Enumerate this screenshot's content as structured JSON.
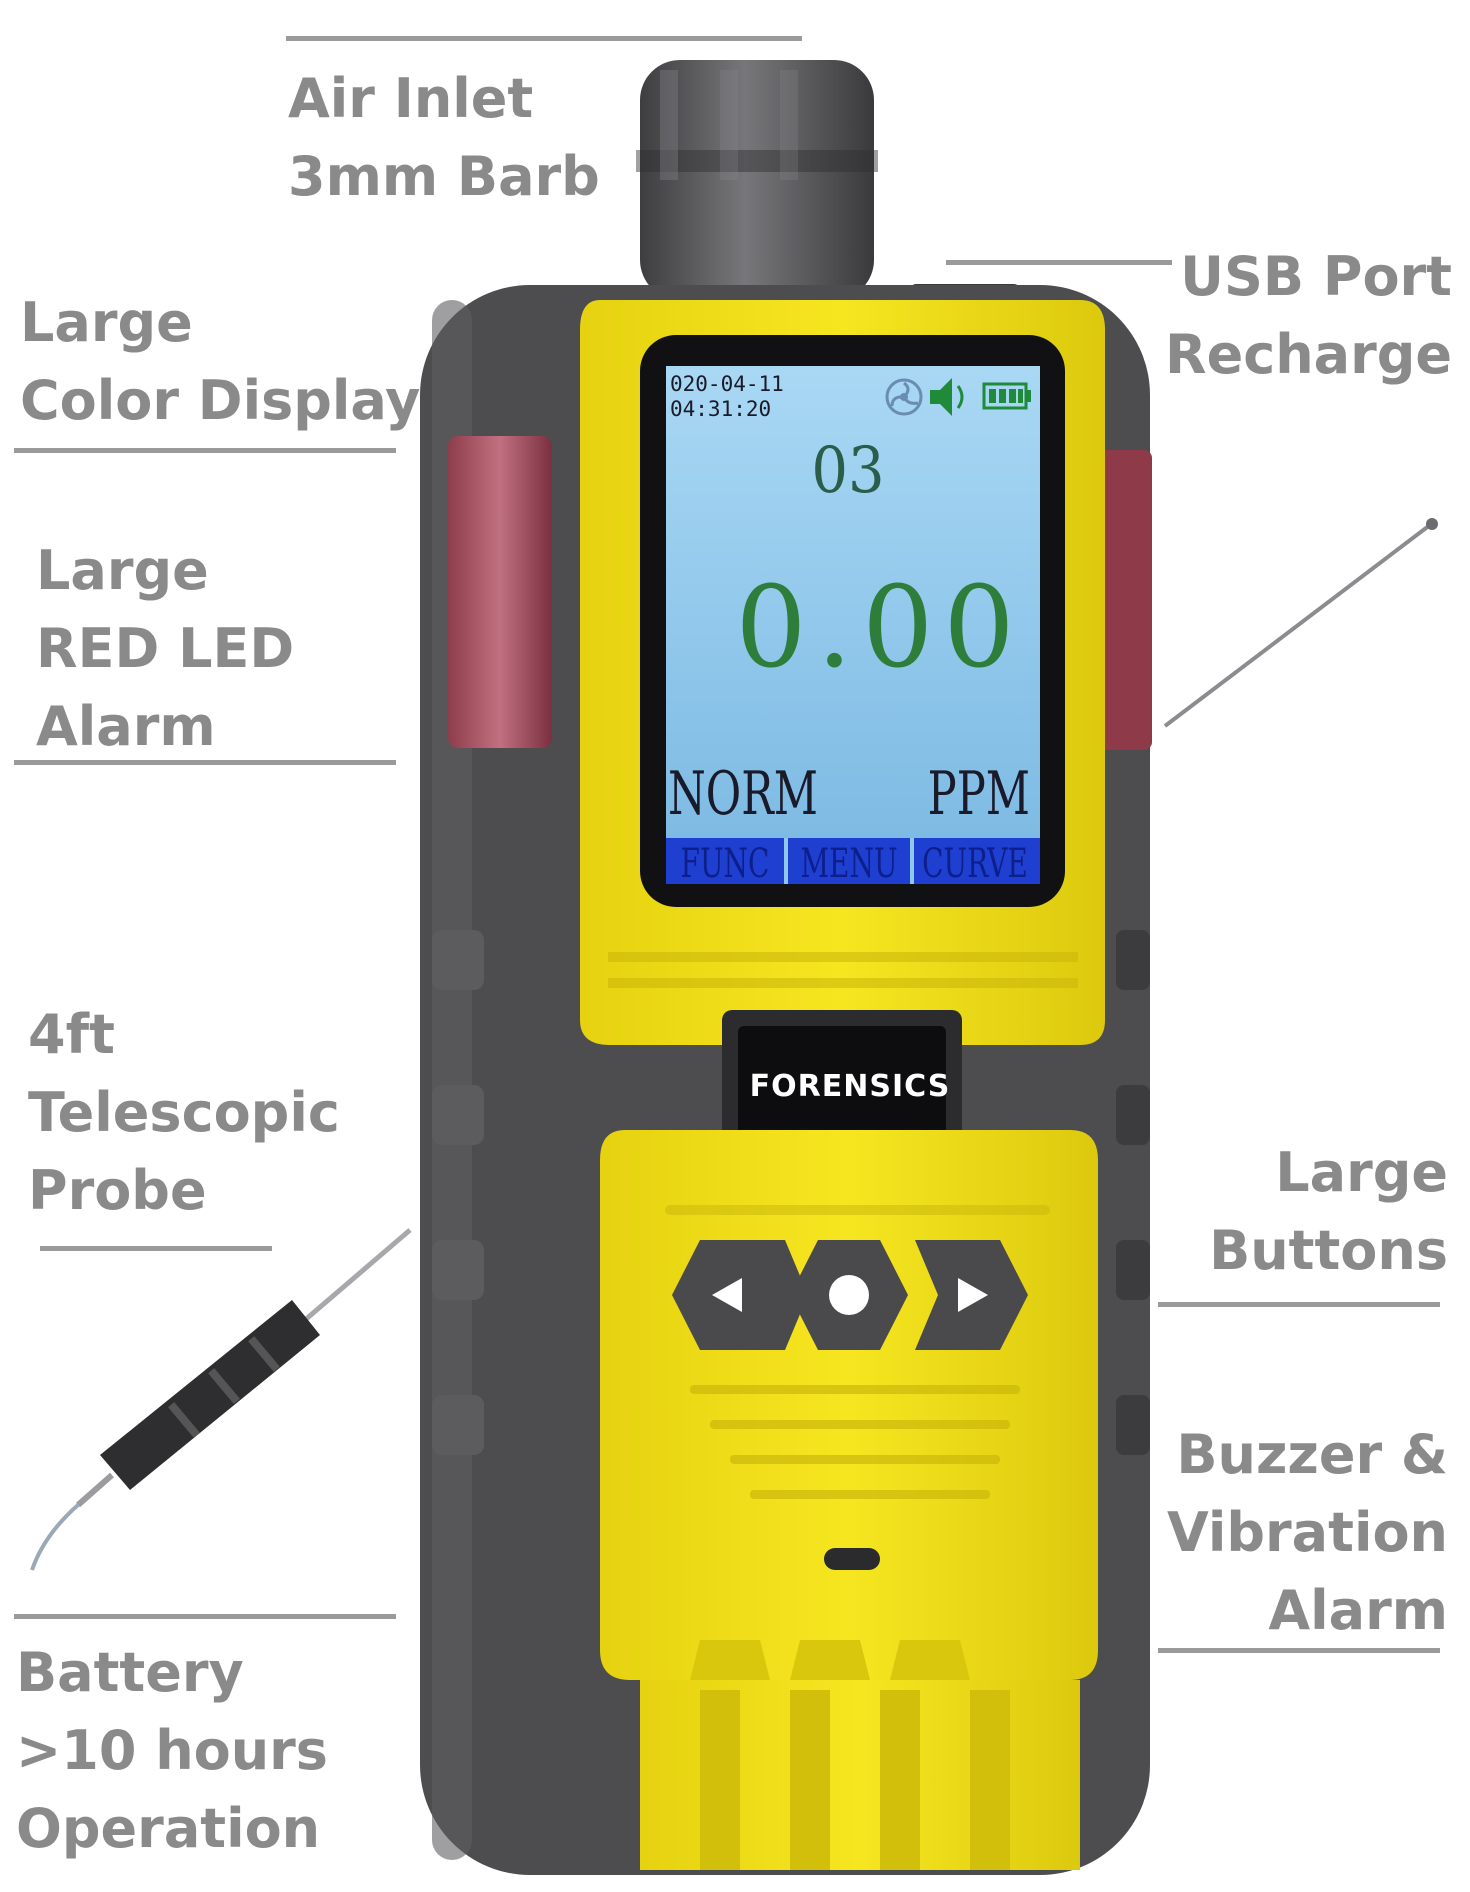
{
  "labels": {
    "air_inlet": [
      "Air Inlet",
      "3mm Barb"
    ],
    "usb_port": [
      "USB Port",
      "Recharge"
    ],
    "color_display": [
      "Large",
      "Color Display"
    ],
    "red_led": [
      "Large",
      "RED LED",
      "Alarm"
    ],
    "probe": [
      "4ft",
      "Telescopic",
      "Probe"
    ],
    "buttons": [
      "Large",
      "Buttons"
    ],
    "buzzer": [
      "Buzzer &",
      "Vibration",
      "Alarm"
    ],
    "battery": [
      "Battery",
      ">10 hours",
      "Operation"
    ]
  },
  "screen": {
    "date": "020-04-11",
    "time": "04:31:20",
    "channel": "03",
    "reading": "0.00",
    "status": "NORM",
    "unit": "PPM",
    "softkeys": [
      "FUNC",
      "MENU",
      "CURVE"
    ]
  },
  "brand": "FORENSICS",
  "colors": {
    "body_yellow": "#f2e21a",
    "body_gray": "#4d4d4f",
    "screen_blue": "#8ec8ec",
    "reading_green": "#2f7d3a",
    "label_gray": "#8a8a8a",
    "led_red": "#b04a5a"
  },
  "icons": [
    "fan-icon",
    "speaker-icon",
    "battery-icon",
    "left-arrow-icon",
    "center-dot-icon",
    "right-arrow-icon"
  ]
}
